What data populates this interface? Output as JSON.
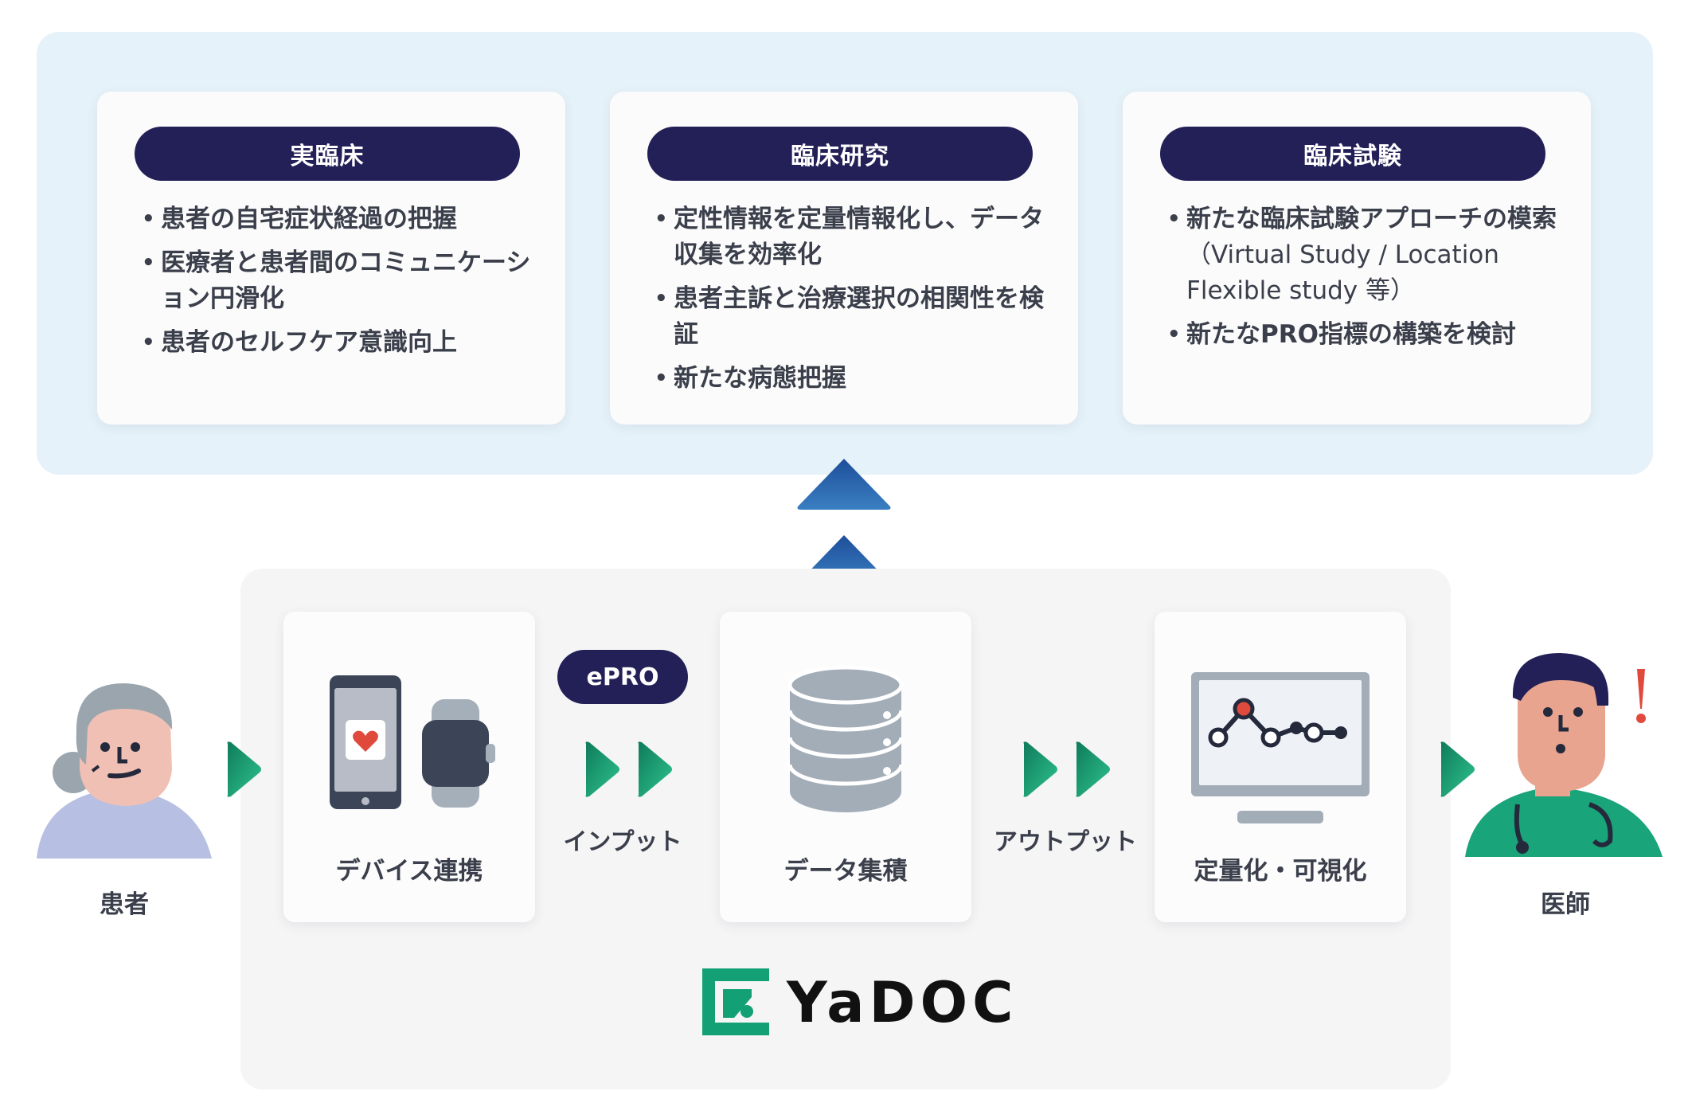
{
  "research_cards": [
    {
      "title": "実臨床",
      "bullets": [
        [
          "患者の自宅症状経過の把握",
          ""
        ],
        [
          "医療者と患者間のコミュニケーション円滑化",
          ""
        ],
        [
          "患者のセルフケア意識向上",
          ""
        ]
      ]
    },
    {
      "title": "臨床研究",
      "bullets": [
        [
          "定性情報を定量情報化し、データ収集を効率化",
          ""
        ],
        [
          "患者主訴と治療選択の相関性を検証",
          ""
        ],
        [
          "新たな病態把握",
          ""
        ]
      ]
    },
    {
      "title": "臨床試験",
      "bullets": [
        [
          "新たな臨床試験アプローチの模索",
          "（Virtual Study / Location Flexible study 等）"
        ],
        [
          "新たなPRO指標の構築を検討",
          ""
        ]
      ]
    }
  ],
  "flow": {
    "patient_label": "患者",
    "doctor_label": "医師",
    "step1_label": "デバイス連携",
    "epro_badge": "ePRO",
    "input_label": "インプット",
    "step2_label": "データ集積",
    "output_label": "アウトプット",
    "step3_label": "定量化・可視化"
  },
  "brand": {
    "logo_text": "YaDOC"
  },
  "icons": {
    "up_arrows": "double-up-arrow-icon",
    "flow_arrows": "chevron-right-icon",
    "devices": [
      "smartphone-icon",
      "smartwatch-icon"
    ],
    "database": "database-icon",
    "monitor": "line-chart-monitor-icon"
  },
  "colors": {
    "navy": "#232057",
    "teal": "#1aa47a",
    "arrow_blue": "#1f5fa3",
    "panel_top": "#e6f2f9",
    "panel_bottom": "#f5f5f5"
  }
}
